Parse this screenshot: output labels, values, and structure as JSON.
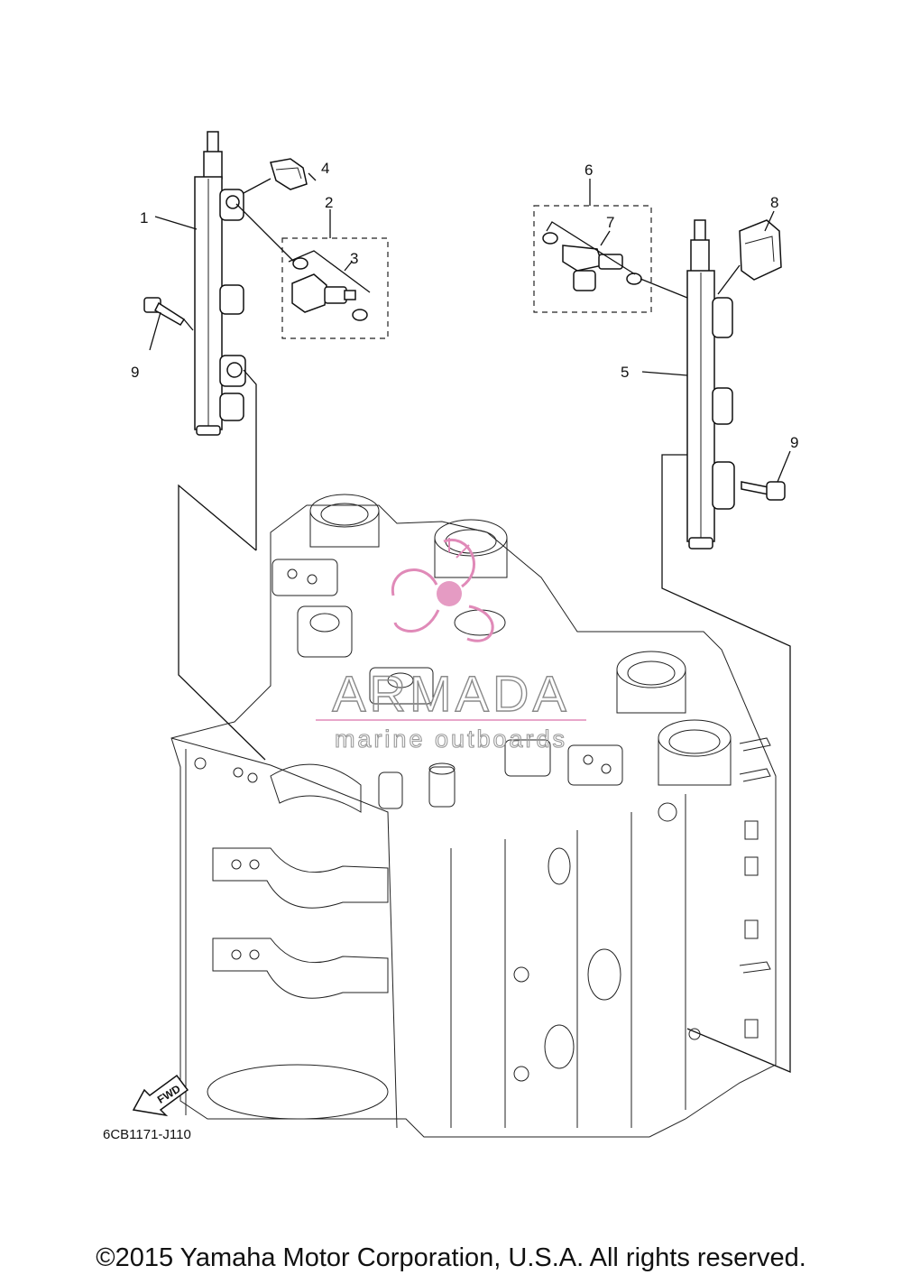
{
  "callouts": {
    "c1": "1",
    "c2": "2",
    "c3": "3",
    "c4": "4",
    "c5": "5",
    "c6": "6",
    "c7": "7",
    "c8": "8",
    "c9a": "9",
    "c9b": "9"
  },
  "diagram_code": "6CB1171-J110",
  "fwd_label": "FWD",
  "watermark": {
    "title": "ARMADA",
    "subtitle": "marine outboards",
    "accent_color": "#e08ab8"
  },
  "copyright": "©2015 Yamaha Motor Corporation, U.S.A. All rights reserved."
}
